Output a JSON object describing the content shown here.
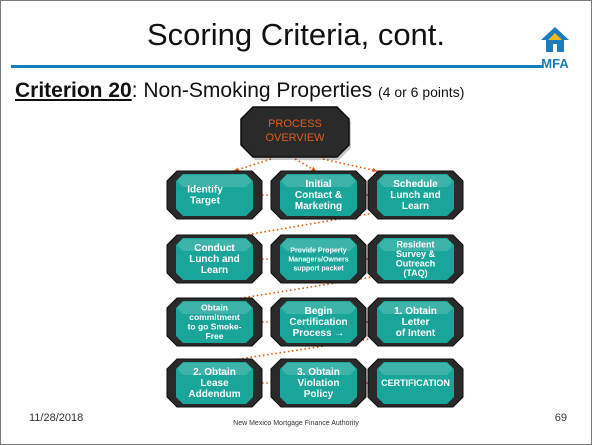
{
  "slide": {
    "title": "Scoring Criteria, cont.",
    "logo_text": "MFA",
    "subtitle_bold": "Criterion 20",
    "subtitle_rest": ": Non-Smoking Properties ",
    "subtitle_points": "(4 or 6 points)",
    "footer_date": "11/28/2018",
    "footer_org": "New Mexico Mortgage Finance Authority",
    "page_number": "69"
  },
  "colors": {
    "teal": "#1aa59a",
    "dark": "#2a2a2a",
    "accent_orange": "#e05a1e",
    "brand_blue": "#1a7dbf"
  },
  "diagram": {
    "process": [
      "PROCESS",
      "OVERVIEW"
    ],
    "nodes": [
      {
        "id": "identify-target",
        "lines": [
          "Identify",
          "Target"
        ]
      },
      {
        "id": "initial-contact",
        "lines": [
          "Initial",
          "Contact  &",
          "Marketing"
        ]
      },
      {
        "id": "schedule-lunch",
        "lines": [
          "Schedule",
          "Lunch and",
          "Learn"
        ]
      },
      {
        "id": "conduct-lunch",
        "lines": [
          "Conduct",
          "Lunch and",
          "Learn"
        ]
      },
      {
        "id": "provide-packet",
        "lines": [
          "Provide Property",
          "Managers/Owners",
          "support packet"
        ]
      },
      {
        "id": "resident-survey",
        "lines": [
          "Resident",
          "Survey  &",
          "Outreach",
          "(TAQ)"
        ]
      },
      {
        "id": "obtain-commitment",
        "lines": [
          "Obtain",
          "commitment",
          "to go Smoke-",
          "Free"
        ]
      },
      {
        "id": "begin-certification",
        "lines": [
          "Begin",
          "Certification",
          "Process →"
        ]
      },
      {
        "id": "obtain-letter",
        "lines": [
          "1.  Obtain",
          "Letter",
          "of Intent"
        ]
      },
      {
        "id": "lease-addendum",
        "lines": [
          "2. Obtain",
          "Lease",
          "Addendum"
        ]
      },
      {
        "id": "violation-policy",
        "lines": [
          "3. Obtain",
          "Violation",
          "Policy"
        ]
      },
      {
        "id": "certification",
        "lines": [
          "CERTIFICATION"
        ]
      }
    ]
  }
}
